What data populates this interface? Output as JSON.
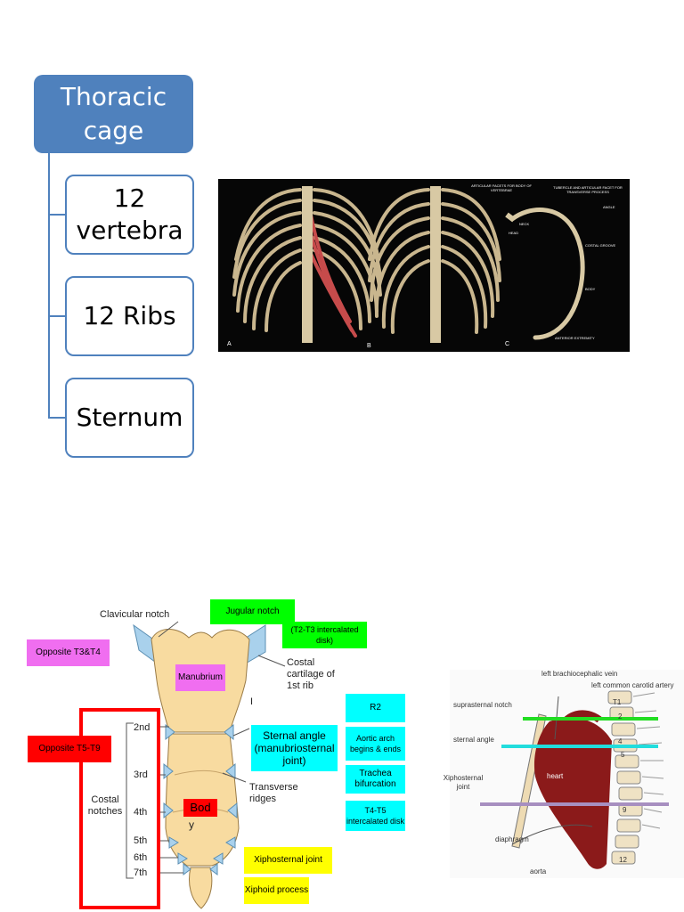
{
  "hierarchy": {
    "root": "Thoracic cage",
    "children": [
      "12 vertebra",
      "12 Ribs",
      "Sternum"
    ]
  },
  "rib_photo": {
    "labels": {
      "a": "A",
      "b": "B",
      "c": "C",
      "articular_facets": "ARTICULAR FACETS FOR BODY OF VERTEBRAE",
      "tubercle": "TUBERCLE AND ARTICULAR FACET FOR TRANSVERSE PROCESS",
      "neck": "NECK",
      "head": "HEAD",
      "angle": "ANGLE",
      "costal_groove": "COSTAL GROOVE",
      "body": "BODY",
      "anterior_extremity": "ANTERIOR EXTREMITY"
    }
  },
  "sternum": {
    "clavicular_notch": "Clavicular notch",
    "jugular_notch": "Jugular notch",
    "t2_t3": "(T2-T3 intercalated disk)",
    "opposite_t3_t4": "Opposite T3&T4",
    "costal_cartilage": "Costal cartilage of 1st rib",
    "manubrium": "Manubrium",
    "r2": "R2",
    "sternal_angle": "Sternal angle (manubriosternal joint)",
    "aortic_arch": "Aortic arch begins & ends",
    "opposite_t5_t9": "Opposite T5-T9",
    "notches": [
      "2nd",
      "3rd",
      "4th",
      "5th",
      "6th",
      "7th"
    ],
    "costal_notches": "Costal notches",
    "transverse_ridges": "Transverse ridges",
    "trachea": "Trachea bifurcation",
    "t4_t5": "T4-T5 intercalated disk",
    "body_box": "Bod",
    "body_y": "y",
    "xiphosternal_joint": "Xiphosternal joint",
    "xiphoid_process": "Xiphoid process",
    "hidden_letter": "I"
  },
  "lateral": {
    "brachiocephalic": "left brachiocephalic vein",
    "carotid": "left common carotid artery",
    "suprasternal": "suprasternal notch",
    "sternal_angle": "sternal angle",
    "xiphosternal": "Xiphosternal joint",
    "heart": "heart",
    "diaphragm": "diaphragm",
    "aorta": "aorta",
    "vertebra_numbers": [
      "T1",
      "2",
      "4",
      "5",
      "9",
      "12"
    ]
  },
  "colors": {
    "box_blue": "#4f81bd",
    "magenta": "#f06ef0",
    "green": "#00ff00",
    "cyan": "#00ffff",
    "red": "#ff0000",
    "yellow": "#ffff00",
    "bone": "#f8dba0",
    "heart": "#8b1a1a",
    "line_green": "#22dd22",
    "line_cyan": "#22dddd",
    "line_purple": "#a78fc0"
  }
}
